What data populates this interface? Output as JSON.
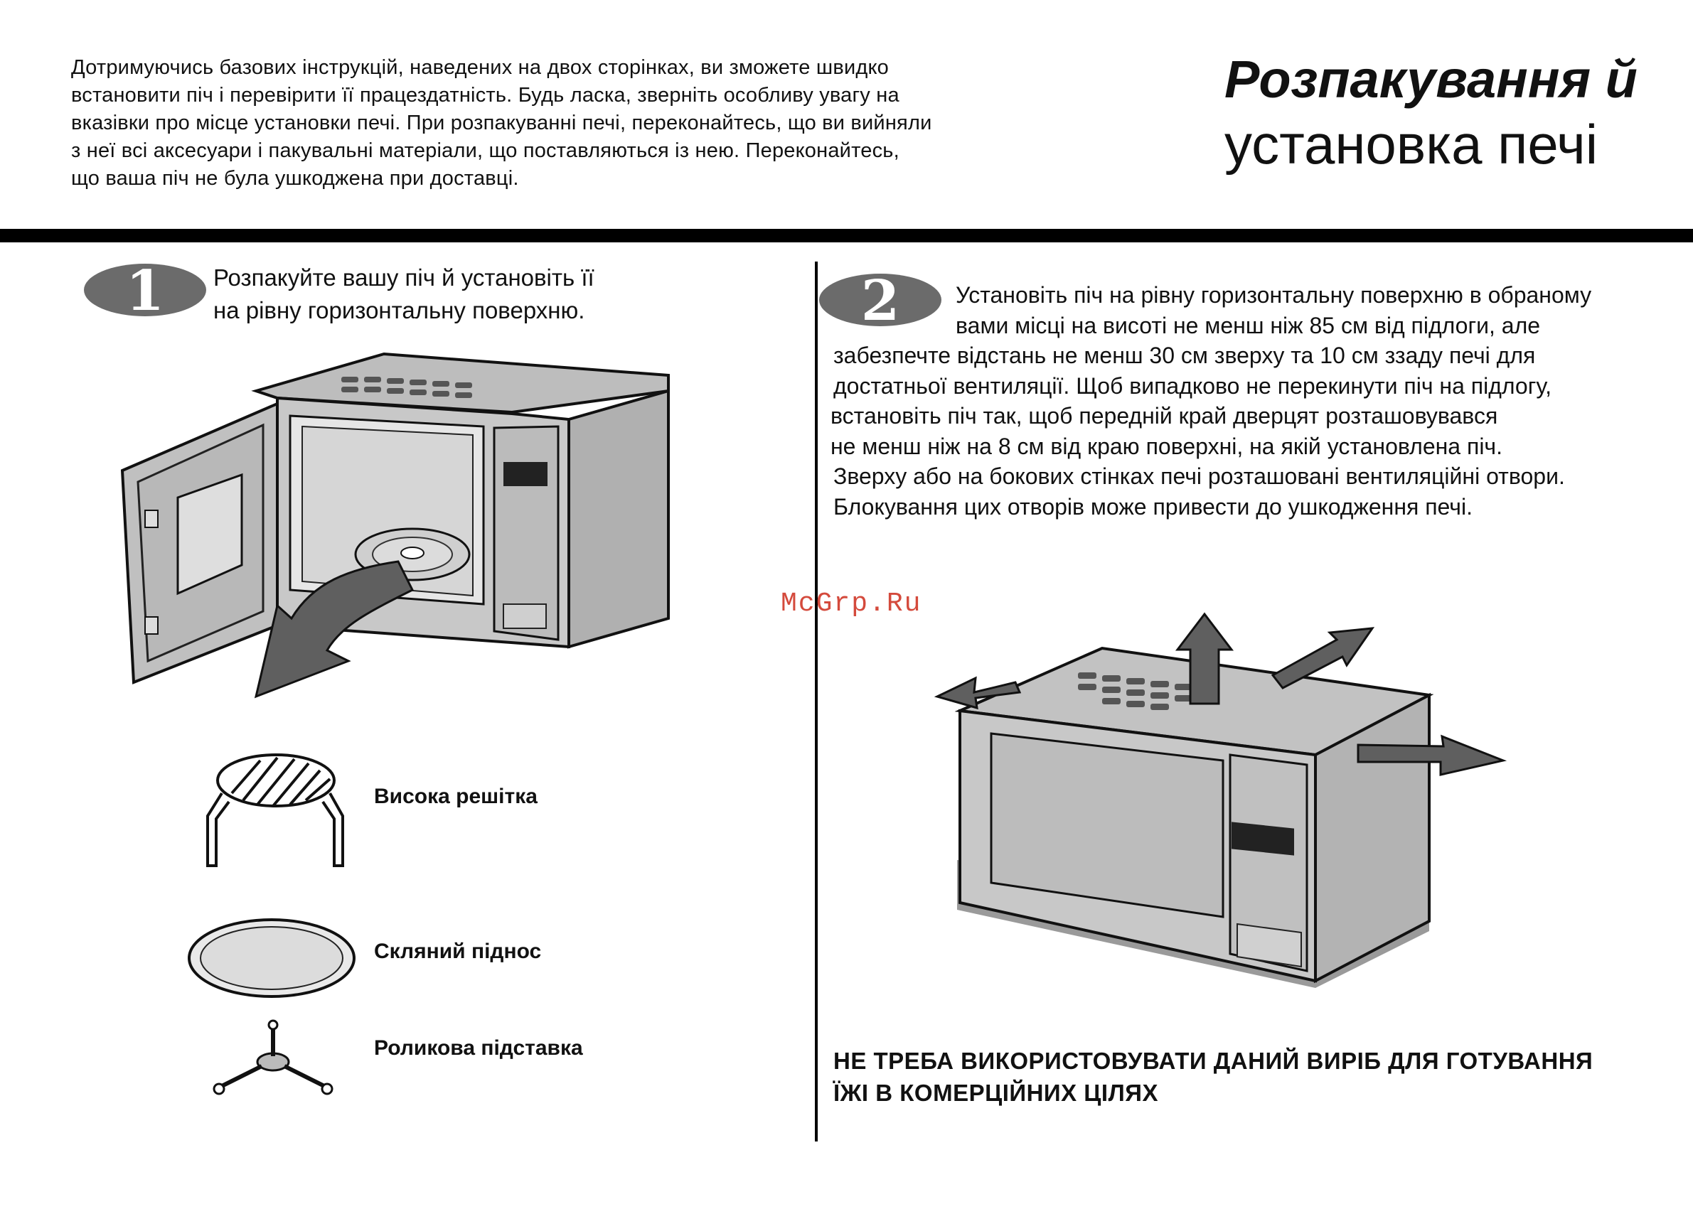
{
  "header": {
    "intro_lines": [
      "Дотримуючись базових інструкцій, наведених на двох сторінках, ви зможете швидко",
      "встановити піч і перевірити її працездатність. Будь ласка, зверніть особливу увагу на",
      "вказівки про місце установки печі. При розпакуванні печі, переконайтесь, що ви вийняли",
      "з неї всі аксесуари і пакувальні матеріали, що поставляються із нею. Переконайтесь,",
      "що ваша піч не була ушкоджена при доставці."
    ],
    "title_line1": "Розпакування й",
    "title_line2": "установка печі"
  },
  "step1": {
    "number": "1",
    "text_lines": [
      "Розпакуйте вашу піч й установіть її",
      "на рівну горизонтальну поверхню."
    ],
    "accessories": [
      {
        "label": "Висока решітка",
        "icon": "high-rack-icon"
      },
      {
        "label": "Скляний піднос",
        "icon": "glass-tray-icon"
      },
      {
        "label": "Роликова підставка",
        "icon": "roller-ring-icon"
      }
    ]
  },
  "step2": {
    "number": "2",
    "text_lines": [
      "Установіть піч на рівну горизонтальну поверхню в обраному",
      "вами місці на висоті не менш ніж 85 см від підлоги, але",
      "забезпечте відстань не менш 30 см зверху та 10 см ззаду печі для",
      "достатньої вентиляції.  Щоб випадково не перекинути піч на підлогу,",
      "встановіть піч так, щоб передній край  дверцят розташовувався",
      "не менш ніж на 8 см від краю поверхні, на якій установлена піч.",
      "Зверху або на бокових стінках печі розташовані вентиляційні отвори.",
      "Блокування цих отворів може привести до ушкодження печі."
    ]
  },
  "warning_lines": [
    "НЕ ТРЕБА ВИКОРИСТОВУВАТИ ДАНИЙ ВИРІБ ДЛЯ ГОТУВАННЯ",
    "ЇЖІ В КОМЕРЦІЙНИХ ЦІЛЯХ"
  ],
  "watermark": "McGrp.Ru",
  "colors": {
    "oven_body": "#c8c8c8",
    "oven_dark": "#9a9a9a",
    "badge": "#6b6b6b",
    "watermark": "#d44a3c"
  }
}
